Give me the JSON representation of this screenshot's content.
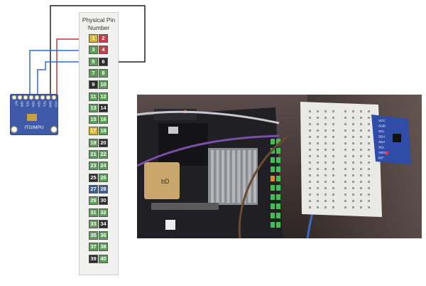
{
  "pin_header": {
    "title_line1": "Physical Pin",
    "title_line2": "Number",
    "rows": [
      {
        "left": "1",
        "right": "2",
        "left_color": "#d9b342",
        "right_color": "#c2414d"
      },
      {
        "left": "3",
        "right": "4",
        "left_color": "#5e9f58",
        "right_color": "#c2414d"
      },
      {
        "left": "5",
        "right": "6",
        "left_color": "#5e9f58",
        "right_color": "#2d2d2d"
      },
      {
        "left": "7",
        "right": "8",
        "left_color": "#5e9f58",
        "right_color": "#5e9f58"
      },
      {
        "left": "9",
        "right": "10",
        "left_color": "#2d2d2d",
        "right_color": "#5e9f58"
      },
      {
        "left": "11",
        "right": "12",
        "left_color": "#5e9f58",
        "right_color": "#5e9f58"
      },
      {
        "left": "13",
        "right": "14",
        "left_color": "#5e9f58",
        "right_color": "#2d2d2d"
      },
      {
        "left": "15",
        "right": "16",
        "left_color": "#5e9f58",
        "right_color": "#5e9f58"
      },
      {
        "left": "17",
        "right": "18",
        "left_color": "#d9b342",
        "right_color": "#5e9f58"
      },
      {
        "left": "19",
        "right": "20",
        "left_color": "#5e9f58",
        "right_color": "#2d2d2d"
      },
      {
        "left": "21",
        "right": "22",
        "left_color": "#5e9f58",
        "right_color": "#5e9f58"
      },
      {
        "left": "23",
        "right": "24",
        "left_color": "#5e9f58",
        "right_color": "#5e9f58"
      },
      {
        "left": "25",
        "right": "26",
        "left_color": "#2d2d2d",
        "right_color": "#5e9f58"
      },
      {
        "left": "27",
        "right": "28",
        "left_color": "#3d5f8a",
        "right_color": "#3d5f8a"
      },
      {
        "left": "29",
        "right": "30",
        "left_color": "#5e9f58",
        "right_color": "#2d2d2d"
      },
      {
        "left": "31",
        "right": "32",
        "left_color": "#5e9f58",
        "right_color": "#5e9f58"
      },
      {
        "left": "33",
        "right": "34",
        "left_color": "#5e9f58",
        "right_color": "#2d2d2d"
      },
      {
        "left": "35",
        "right": "36",
        "left_color": "#5e9f58",
        "right_color": "#5e9f58"
      },
      {
        "left": "37",
        "right": "38",
        "left_color": "#5e9f58",
        "right_color": "#5e9f58"
      },
      {
        "left": "39",
        "right": "40",
        "left_color": "#2d2d2d",
        "right_color": "#5e9f58"
      }
    ]
  },
  "mpu_module": {
    "pin_labels": [
      "INT",
      "AD0",
      "XCL",
      "XDA",
      "SDA",
      "SCL",
      "GND",
      "VCC"
    ],
    "chip_label": "ITG/MPU",
    "board_color": "#3f5aa8"
  },
  "wires": {
    "vcc_color": "#cc3333",
    "gnd_color": "#222222",
    "sda_color": "#2f6fcf",
    "scl_color": "#2f6fcf"
  },
  "photo": {
    "breadboard_module_labels": [
      "VCC",
      "GND",
      "SCL",
      "SDA",
      "XDA",
      "XCL",
      "ADO",
      "INT"
    ],
    "sd_label": "bD"
  }
}
